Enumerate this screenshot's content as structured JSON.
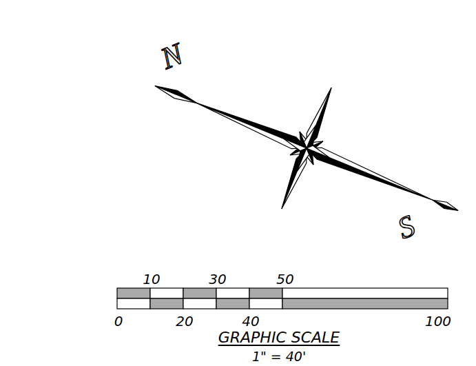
{
  "diagram": {
    "labels": [
      "N",
      "S",
      "10",
      "30",
      "50",
      "0",
      "20",
      "40",
      "100",
      "GRAPHIC SCALE",
      "1\" = 40'"
    ]
  }
}
